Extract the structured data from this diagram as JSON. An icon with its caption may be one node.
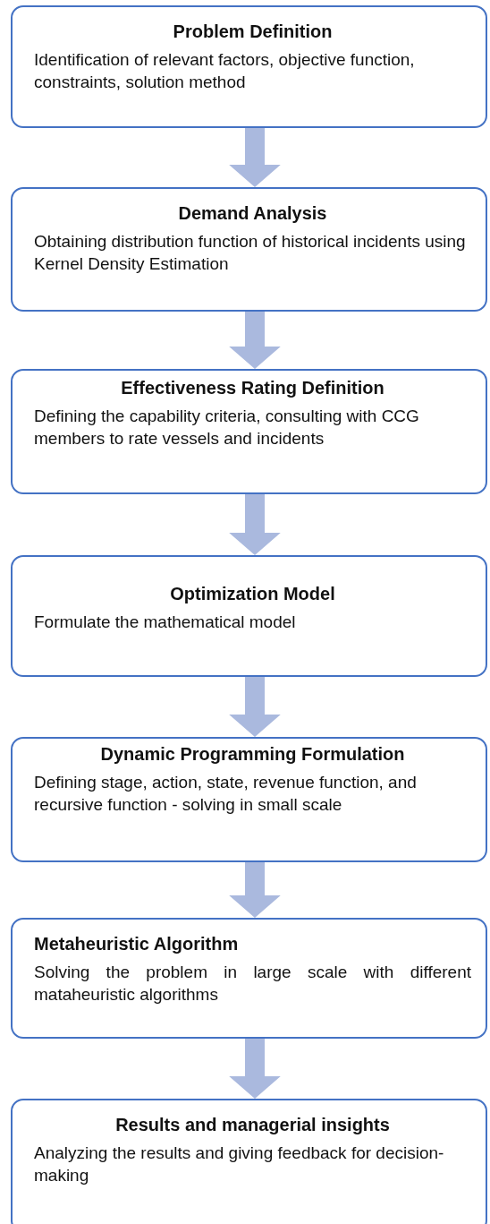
{
  "diagram": {
    "nodes": [
      {
        "text": [
          "Problem Definition",
          "Identification of relevant factors, objective function, constraints, solution method"
        ]
      },
      {
        "text": [
          "Demand Analysis",
          "Obtaining distribution function of historical incidents using Kernel Density Estimation"
        ]
      },
      {
        "text": [
          "Effectiveness Rating Definition",
          "Defining the capability criteria, consulting with CCG members to rate vessels and incidents"
        ]
      },
      {
        "text": [
          "Optimization Model",
          "Formulate the mathematical model"
        ]
      },
      {
        "text": [
          "Dynamic Programming Formulation",
          "Defining stage, action, state, revenue function, and recursive function - solving in small scale"
        ]
      },
      {
        "text": [
          "Metaheuristic Algorithm",
          "Solving the problem in large scale with different mataheuristic algorithms"
        ]
      },
      {
        "text": [
          "Results and managerial insights",
          "Analyzing the results and giving feedback for decision-making"
        ]
      }
    ],
    "edges": [
      {
        "from": 0,
        "to": 1,
        "arrow": "to",
        "style": "thick"
      },
      {
        "from": 1,
        "to": 2,
        "arrow": "to",
        "style": "thick"
      },
      {
        "from": 2,
        "to": 3,
        "arrow": "to",
        "style": "thick"
      },
      {
        "from": 3,
        "to": 4,
        "arrow": "to",
        "style": "thick"
      },
      {
        "from": 4,
        "to": 5,
        "arrow": "to",
        "style": "thick"
      },
      {
        "from": 5,
        "to": 6,
        "arrow": "to",
        "style": "thick"
      }
    ]
  }
}
